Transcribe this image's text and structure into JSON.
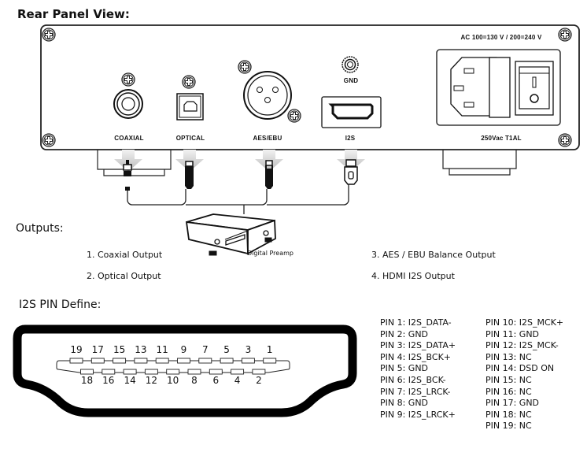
{
  "title": "Rear Panel View:",
  "panel": {
    "connectors": [
      {
        "id": "coaxial",
        "label": "COAXIAL"
      },
      {
        "id": "optical",
        "label": "OPTICAL"
      },
      {
        "id": "aes_ebu",
        "label": "AES/EBU"
      },
      {
        "id": "i2s",
        "label": "I2S"
      }
    ],
    "gnd_label": "GND",
    "power_rating": "AC 100=130 V / 200=240 V",
    "fuse_label": "250Vac  T1AL"
  },
  "preamp_label": "Digital Preamp",
  "outputs": {
    "heading": "Outputs:",
    "items": [
      "1.  Coaxial Output",
      "2.  Optical Output",
      "3.  AES / EBU Balance Output",
      "4.  HDMI I2S Output"
    ]
  },
  "pin_define": {
    "heading": "I2S PIN Define:",
    "top_row": [
      "19",
      "17",
      "15",
      "13",
      "11",
      "9",
      "7",
      "5",
      "3",
      "1"
    ],
    "bottom_row": [
      "18",
      "16",
      "14",
      "12",
      "10",
      "8",
      "6",
      "4",
      "2"
    ],
    "col1": [
      "PIN 1: I2S_DATA-",
      "PIN 2: GND",
      "PIN 3: I2S_DATA+",
      "PIN 4: I2S_BCK+",
      "PIN 5: GND",
      "PIN 6: I2S_BCK-",
      "PIN 7: I2S_LRCK-",
      "PIN 8: GND",
      "PIN 9: I2S_LRCK+"
    ],
    "col2": [
      "PIN 10: I2S_MCK+",
      "PIN 11: GND",
      "PIN 12: I2S_MCK-",
      "PIN 13: NC",
      "PIN 14: DSD ON",
      "PIN 15: NC",
      "PIN 16: NC",
      "PIN 17: GND",
      "PIN 18: NC",
      "PIN 19: NC"
    ]
  }
}
